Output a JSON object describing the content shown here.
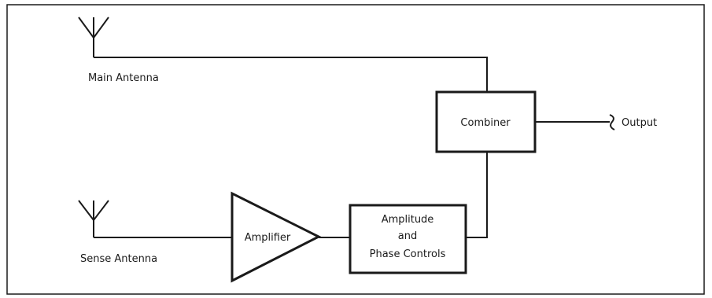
{
  "diagram": {
    "type": "block-diagram",
    "labels": {
      "main_antenna": "Main Antenna",
      "sense_antenna": "Sense Antenna",
      "amplifier": "Amplifier",
      "amplitude_line1": "Amplitude",
      "amplitude_line2": "and",
      "amplitude_line3": "Phase Controls",
      "combiner": "Combiner",
      "output": "Output"
    },
    "connections": [
      {
        "from": "Main Antenna",
        "to": "Combiner"
      },
      {
        "from": "Sense Antenna",
        "to": "Amplifier"
      },
      {
        "from": "Amplifier",
        "to": "Amplitude and Phase Controls"
      },
      {
        "from": "Amplitude and Phase Controls",
        "to": "Combiner"
      },
      {
        "from": "Combiner",
        "to": "Output"
      }
    ],
    "colors": {
      "line": "#1a1a1a",
      "background": "#ffffff"
    }
  }
}
